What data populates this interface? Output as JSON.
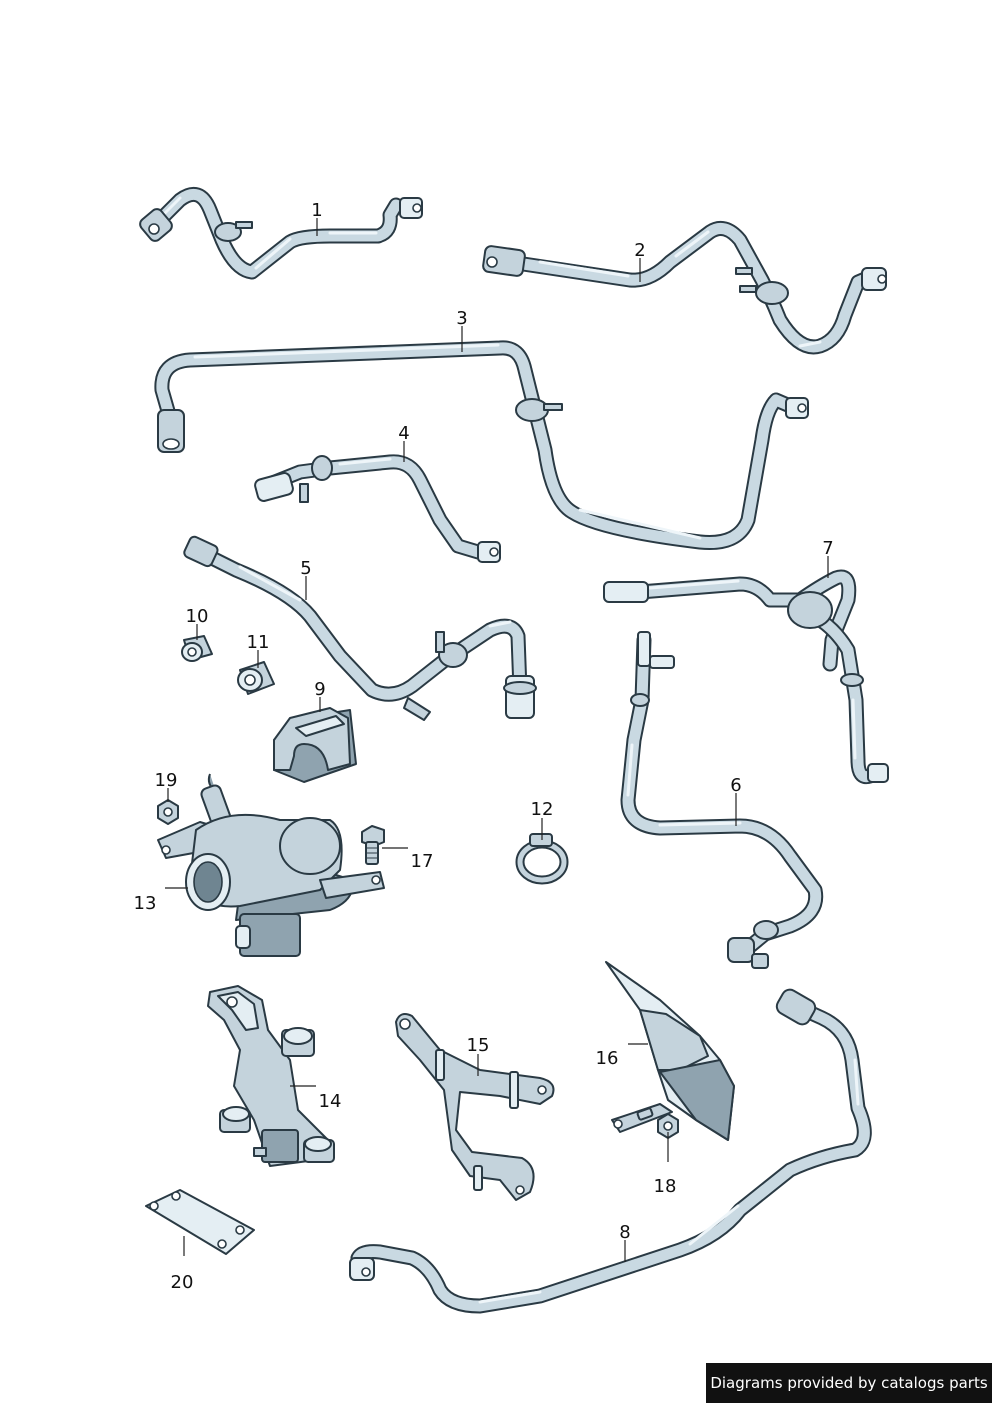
{
  "callouts": {
    "c1": "1",
    "c2": "2",
    "c3": "3",
    "c4": "4",
    "c5": "5",
    "c6": "6",
    "c7": "7",
    "c8": "8",
    "c9": "9",
    "c10": "10",
    "c11": "11",
    "c12": "12",
    "c13": "13",
    "c14": "14",
    "c15": "15",
    "c16": "16",
    "c17": "17",
    "c18": "18",
    "c19": "19",
    "c20": "20"
  },
  "footer": {
    "credit": "Diagrams provided by catalogs parts"
  }
}
